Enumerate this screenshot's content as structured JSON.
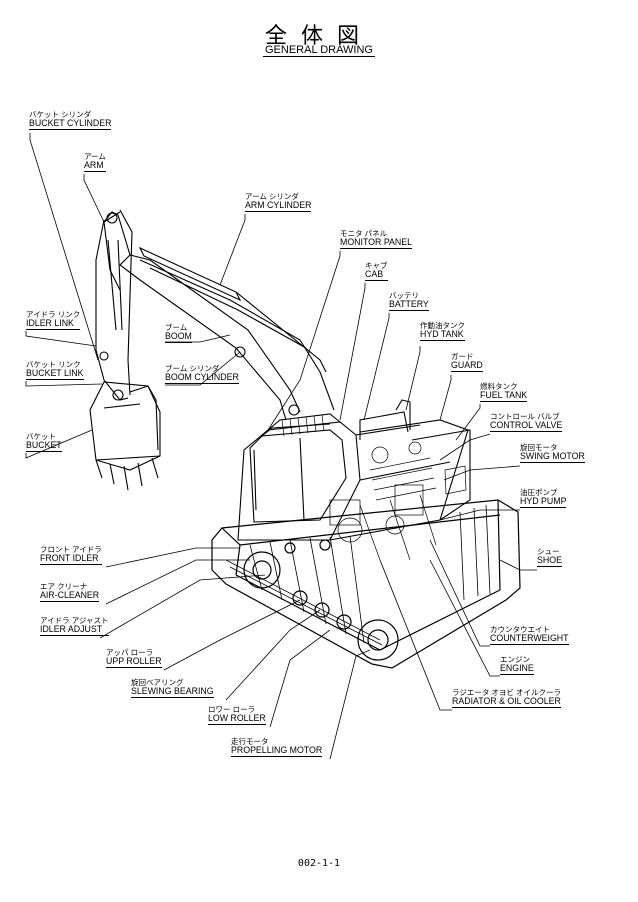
{
  "title": {
    "jp": "全体図",
    "en": "GENERAL DRAWING"
  },
  "labels": {
    "bucket_cylinder": {
      "jp": "バケット シリンダ",
      "en": "BUCKET CYLINDER"
    },
    "arm": {
      "jp": "アーム",
      "en": "ARM"
    },
    "arm_cylinder": {
      "jp": "アーム シリンダ",
      "en": "ARM CYLINDER"
    },
    "monitor_panel": {
      "jp": "モニタ パネル",
      "en": "MONITOR PANEL"
    },
    "cab": {
      "jp": "キャブ",
      "en": "CAB"
    },
    "battery": {
      "jp": "バッテリ",
      "en": "BATTERY"
    },
    "hyd_tank": {
      "jp": "作動油タンク",
      "en": "HYD TANK"
    },
    "guard": {
      "jp": "ガード",
      "en": "GUARD"
    },
    "fuel_tank": {
      "jp": "燃料タンク",
      "en": "FUEL TANK"
    },
    "control_valve": {
      "jp": "コントロール バルブ",
      "en": "CONTROL VALVE"
    },
    "swing_motor": {
      "jp": "旋回モータ",
      "en": "SWING MOTOR"
    },
    "hyd_pump": {
      "jp": "油圧ポンプ",
      "en": "HYD PUMP"
    },
    "shoe": {
      "jp": "シュー",
      "en": "SHOE"
    },
    "counterweight": {
      "jp": "カウンタウエイト",
      "en": "COUNTERWEIGHT"
    },
    "engine": {
      "jp": "エンジン",
      "en": "ENGINE"
    },
    "radiator": {
      "jp": "ラジエータ オヨビ オイルクーラ",
      "en": "RADIATOR & OIL COOLER"
    },
    "idler_link": {
      "jp": "アイドラ リンク",
      "en": "IDLER LINK"
    },
    "boom": {
      "jp": "ブーム",
      "en": "BOOM"
    },
    "bucket_link": {
      "jp": "バケット リンク",
      "en": "BUCKET LINK"
    },
    "boom_cylinder": {
      "jp": "ブーム シリンダ",
      "en": "BOOM CYLINDER"
    },
    "bucket": {
      "jp": "バケット",
      "en": "BUCKET"
    },
    "front_idler": {
      "jp": "フロント アイドラ",
      "en": "FRONT IDLER"
    },
    "air_cleaner": {
      "jp": "エア クリーナ",
      "en": "AIR-CLEANER"
    },
    "idler_adjust": {
      "jp": "アイドラ アジャスト",
      "en": "IDLER ADJUST"
    },
    "upp_roller": {
      "jp": "アッパ ローラ",
      "en": "UPP ROLLER"
    },
    "slewing_bearing": {
      "jp": "旋回ベアリング",
      "en": "SLEWING BEARING"
    },
    "low_roller": {
      "jp": "ロワー ローラ",
      "en": "LOW ROLLER"
    },
    "propelling_motor": {
      "jp": "走行モータ",
      "en": "PROPELLING MOTOR"
    }
  },
  "page_number": "002-1-1"
}
